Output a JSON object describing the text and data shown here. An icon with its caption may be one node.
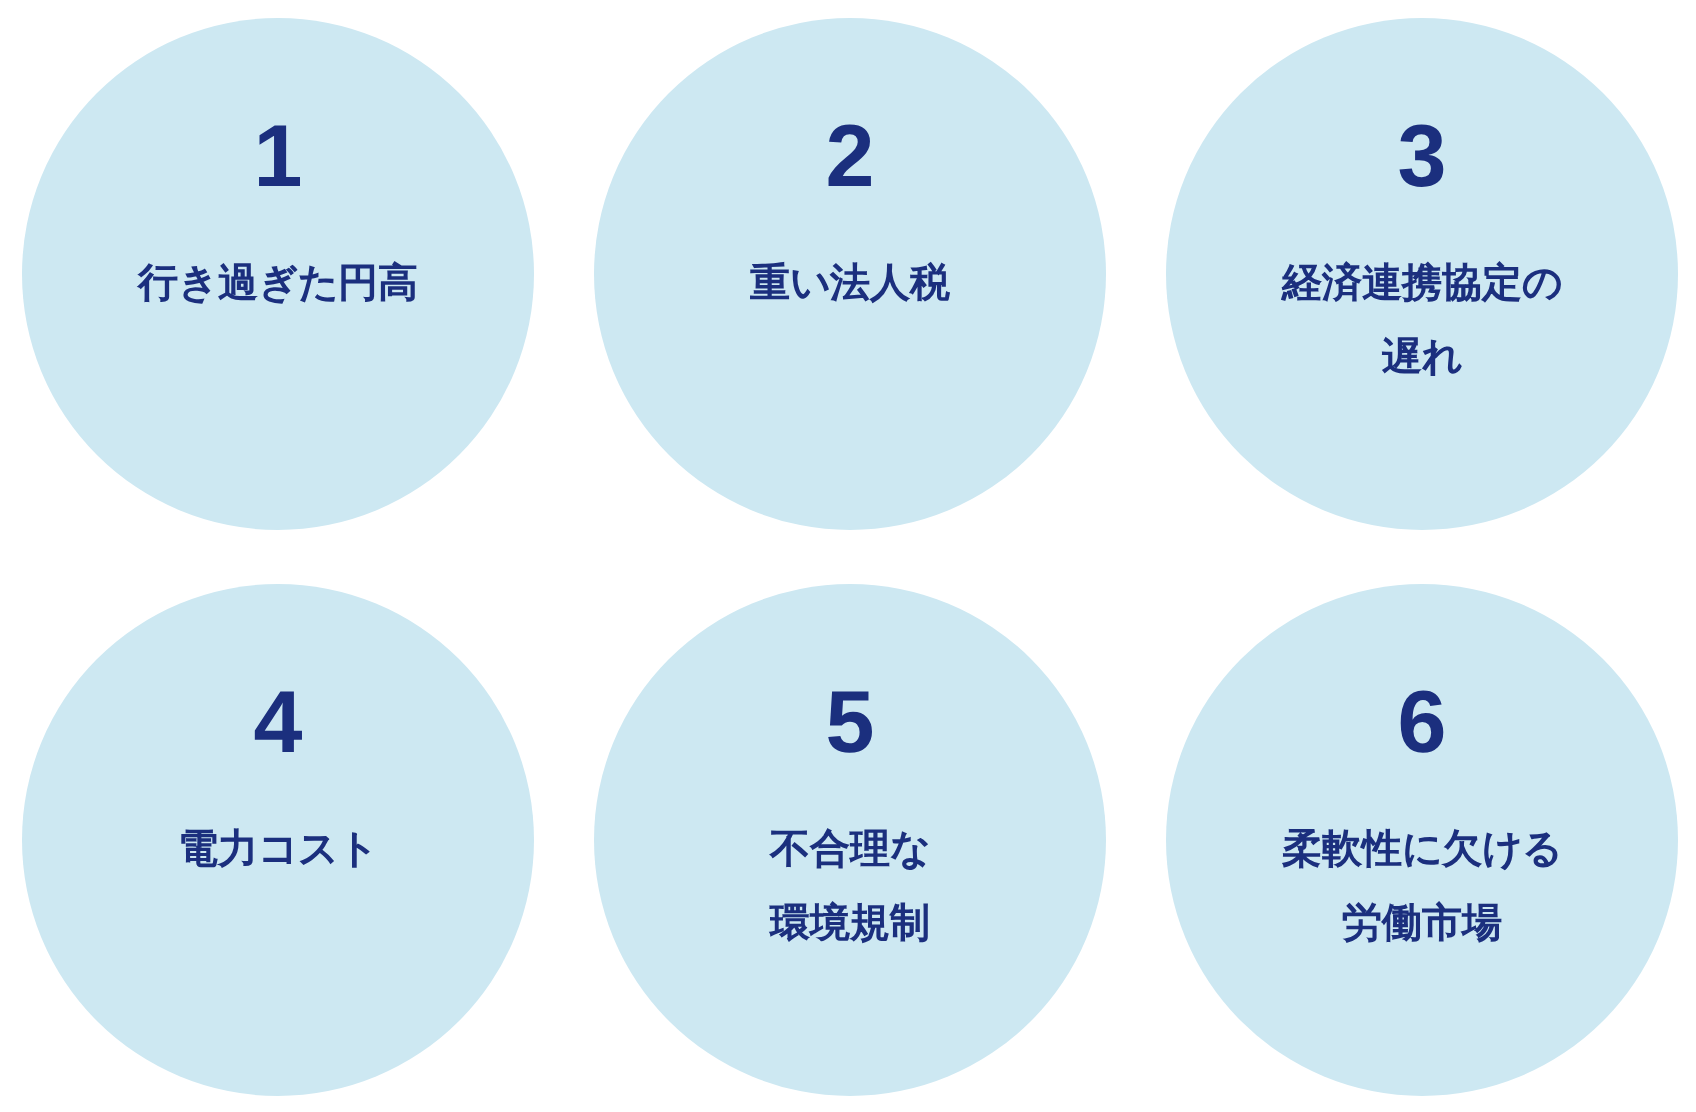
{
  "diagram": {
    "nodes": [
      {
        "text": [
          "1",
          "行き過ぎた円高"
        ]
      },
      {
        "text": [
          "2",
          "重い法人税"
        ]
      },
      {
        "text": [
          "3",
          "経済連携協定の遅れ"
        ]
      },
      {
        "text": [
          "4",
          "電力コスト"
        ]
      },
      {
        "text": [
          "5",
          "不合理な環境規制"
        ]
      },
      {
        "text": [
          "6",
          "柔軟性に欠ける労働市場"
        ]
      }
    ]
  }
}
